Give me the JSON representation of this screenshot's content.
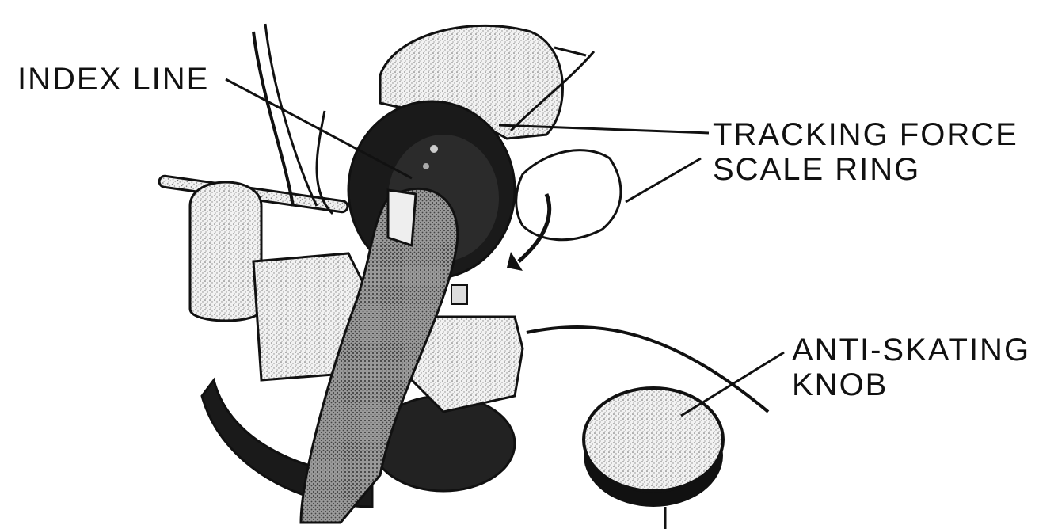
{
  "labels": {
    "index_line": "INDEX LINE",
    "tracking_force_line1": "TRACKING FORCE",
    "tracking_force_line2": "SCALE RING",
    "anti_skating_line1": "ANTI-SKATING",
    "anti_skating_line2": "KNOB"
  }
}
